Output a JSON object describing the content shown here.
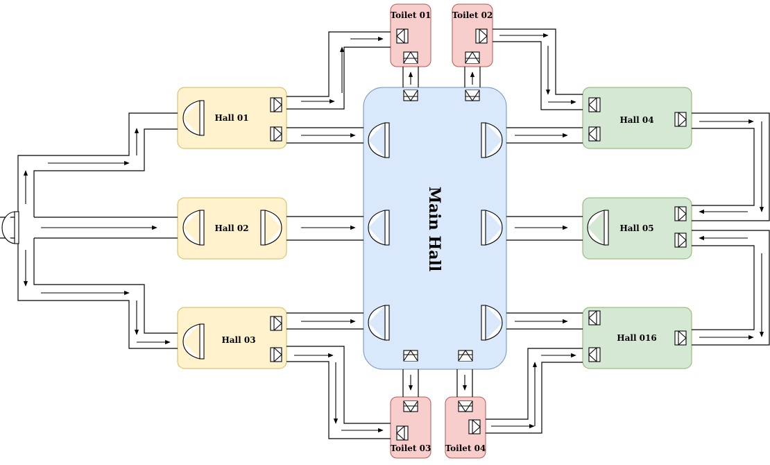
{
  "diagram": {
    "main_hall": {
      "label": "Main Hall",
      "fill": "#dae8fc",
      "stroke": "#6c8ebf"
    },
    "halls": [
      {
        "id": "hall1",
        "label": "Hall 01",
        "fill": "#fff2cc",
        "stroke": "#d6b656"
      },
      {
        "id": "hall2",
        "label": "Hall 02",
        "fill": "#fff2cc",
        "stroke": "#d6b656"
      },
      {
        "id": "hall3",
        "label": "Hall 03",
        "fill": "#fff2cc",
        "stroke": "#d6b656"
      },
      {
        "id": "hall4",
        "label": "Hall 04",
        "fill": "#d5e8d4",
        "stroke": "#82b366"
      },
      {
        "id": "hall5",
        "label": "Hall 05",
        "fill": "#d5e8d4",
        "stroke": "#82b366"
      },
      {
        "id": "hall6",
        "label": "Hall 016",
        "fill": "#d5e8d4",
        "stroke": "#82b366"
      }
    ],
    "toilets": [
      {
        "id": "t1",
        "label": "Toilet 01",
        "fill": "#f8cecc",
        "stroke": "#b85450"
      },
      {
        "id": "t2",
        "label": "Toilet 02",
        "fill": "#f8cecc",
        "stroke": "#b85450"
      },
      {
        "id": "t3",
        "label": "Toilet 03",
        "fill": "#f8cecc",
        "stroke": "#b85450"
      },
      {
        "id": "t4",
        "label": "Toilet 04",
        "fill": "#f8cecc",
        "stroke": "#b85450"
      }
    ]
  }
}
